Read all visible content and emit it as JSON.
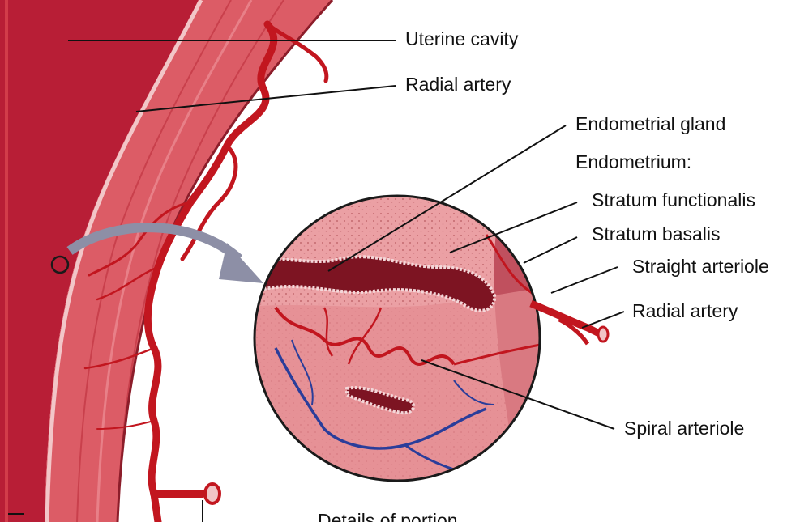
{
  "labels": {
    "uterine_cavity": "Uterine cavity",
    "radial_artery_top": "Radial artery",
    "endometrial_gland": "Endometrial gland",
    "endometrium": "Endometrium:",
    "stratum_functionalis": "Stratum functionalis",
    "stratum_basalis": "Stratum basalis",
    "straight_arteriole": "Straight arteriole",
    "radial_artery_right": "Radial artery",
    "spiral_arteriole": "Spiral arteriole",
    "details_caption": "Details of portion"
  },
  "colors": {
    "cavity": "#c2243c",
    "muscle": "#d9545e",
    "artery": "#c2161f",
    "vein": "#2a3d9a",
    "tissue": "#e9969a",
    "basalis": "#c75a66",
    "arrow": "#8d8fa6"
  }
}
